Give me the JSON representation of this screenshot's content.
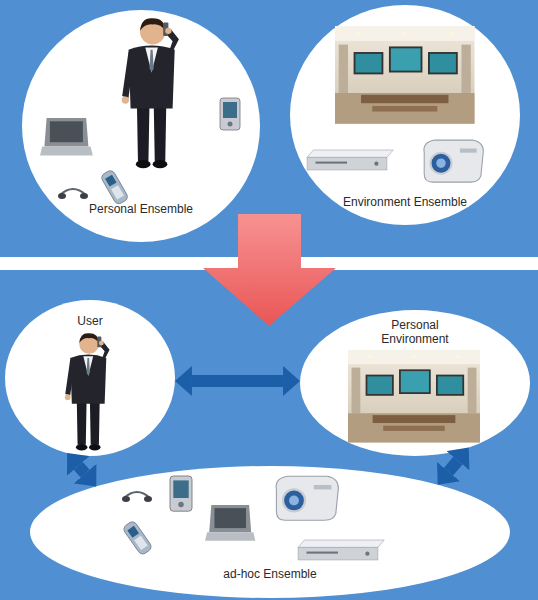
{
  "diagram": {
    "nodes": [
      {
        "text": [
          "Personal Ensemble"
        ]
      },
      {
        "text": [
          "Environment Ensemble"
        ]
      },
      {
        "text": [
          "User"
        ]
      },
      {
        "text": [
          "Personal Environment"
        ]
      },
      {
        "text": [
          "ad-hoc Ensemble"
        ]
      }
    ],
    "edges": [
      {
        "from": 2,
        "to": 3,
        "arrow": "both"
      },
      {
        "from": 2,
        "to": 4,
        "arrow": "both"
      },
      {
        "from": 3,
        "to": 4,
        "arrow": "both"
      }
    ]
  }
}
